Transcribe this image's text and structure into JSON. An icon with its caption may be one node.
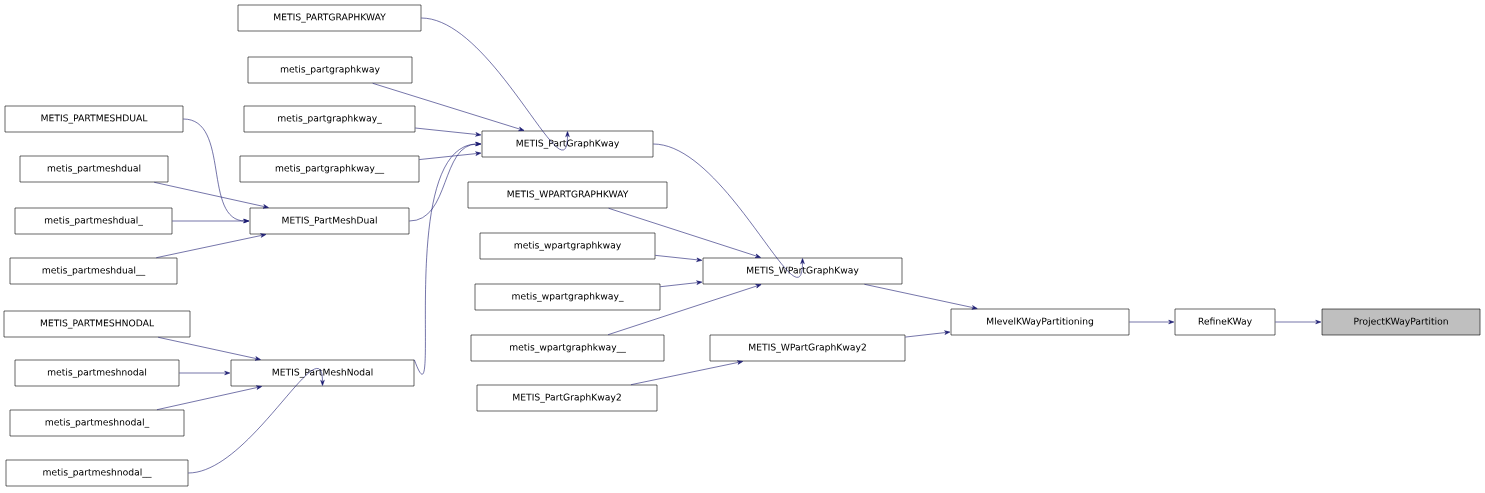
{
  "diagram": {
    "nodes": [
      {
        "text": [
          "METIS_PARTGRAPHKWAY"
        ]
      },
      {
        "text": [
          "metis_partgraphkway"
        ]
      },
      {
        "text": [
          "metis_partgraphkway_"
        ]
      },
      {
        "text": [
          "metis_partgraphkway__"
        ]
      },
      {
        "text": [
          "METIS_PARTMESHDUAL"
        ]
      },
      {
        "text": [
          "metis_partmeshdual"
        ]
      },
      {
        "text": [
          "metis_partmeshdual_"
        ]
      },
      {
        "text": [
          "metis_partmeshdual__"
        ]
      },
      {
        "text": [
          "METIS_PartMeshDual"
        ]
      },
      {
        "text": [
          "METIS_PARTMESHNODAL"
        ]
      },
      {
        "text": [
          "metis_partmeshnodal"
        ]
      },
      {
        "text": [
          "metis_partmeshnodal_"
        ]
      },
      {
        "text": [
          "metis_partmeshnodal__"
        ]
      },
      {
        "text": [
          "METIS_PartMeshNodal"
        ]
      },
      {
        "text": [
          "METIS_PartGraphKway"
        ]
      },
      {
        "text": [
          "METIS_WPARTGRAPHKWAY"
        ]
      },
      {
        "text": [
          "metis_wpartgraphkway"
        ]
      },
      {
        "text": [
          "metis_wpartgraphkway_"
        ]
      },
      {
        "text": [
          "metis_wpartgraphkway__"
        ]
      },
      {
        "text": [
          "METIS_PartGraphKway2"
        ]
      },
      {
        "text": [
          "METIS_WPartGraphKway"
        ]
      },
      {
        "text": [
          "METIS_WPartGraphKway2"
        ]
      },
      {
        "text": [
          "MlevelKWayPartitioning"
        ]
      },
      {
        "text": [
          "RefineKWay"
        ]
      },
      {
        "text": [
          "ProjectKWayPartition"
        ]
      }
    ],
    "edges": [
      {
        "from": 0,
        "to": 14,
        "arrow": "to"
      },
      {
        "from": 1,
        "to": 14,
        "arrow": "to"
      },
      {
        "from": 2,
        "to": 14,
        "arrow": "to"
      },
      {
        "from": 3,
        "to": 14,
        "arrow": "to"
      },
      {
        "from": 8,
        "to": 14,
        "arrow": "to"
      },
      {
        "from": 13,
        "to": 14,
        "arrow": "to"
      },
      {
        "from": 4,
        "to": 8,
        "arrow": "to"
      },
      {
        "from": 5,
        "to": 8,
        "arrow": "to"
      },
      {
        "from": 6,
        "to": 8,
        "arrow": "to"
      },
      {
        "from": 7,
        "to": 8,
        "arrow": "to"
      },
      {
        "from": 9,
        "to": 13,
        "arrow": "to"
      },
      {
        "from": 10,
        "to": 13,
        "arrow": "to"
      },
      {
        "from": 11,
        "to": 13,
        "arrow": "to"
      },
      {
        "from": 12,
        "to": 13,
        "arrow": "to"
      },
      {
        "from": 14,
        "to": 20,
        "arrow": "to"
      },
      {
        "from": 15,
        "to": 20,
        "arrow": "to"
      },
      {
        "from": 16,
        "to": 20,
        "arrow": "to"
      },
      {
        "from": 17,
        "to": 20,
        "arrow": "to"
      },
      {
        "from": 18,
        "to": 20,
        "arrow": "to"
      },
      {
        "from": 19,
        "to": 21,
        "arrow": "to"
      },
      {
        "from": 20,
        "to": 22,
        "arrow": "to"
      },
      {
        "from": 21,
        "to": 22,
        "arrow": "to"
      },
      {
        "from": 22,
        "to": 23,
        "arrow": "to"
      },
      {
        "from": 23,
        "to": 24,
        "arrow": "to"
      }
    ]
  }
}
